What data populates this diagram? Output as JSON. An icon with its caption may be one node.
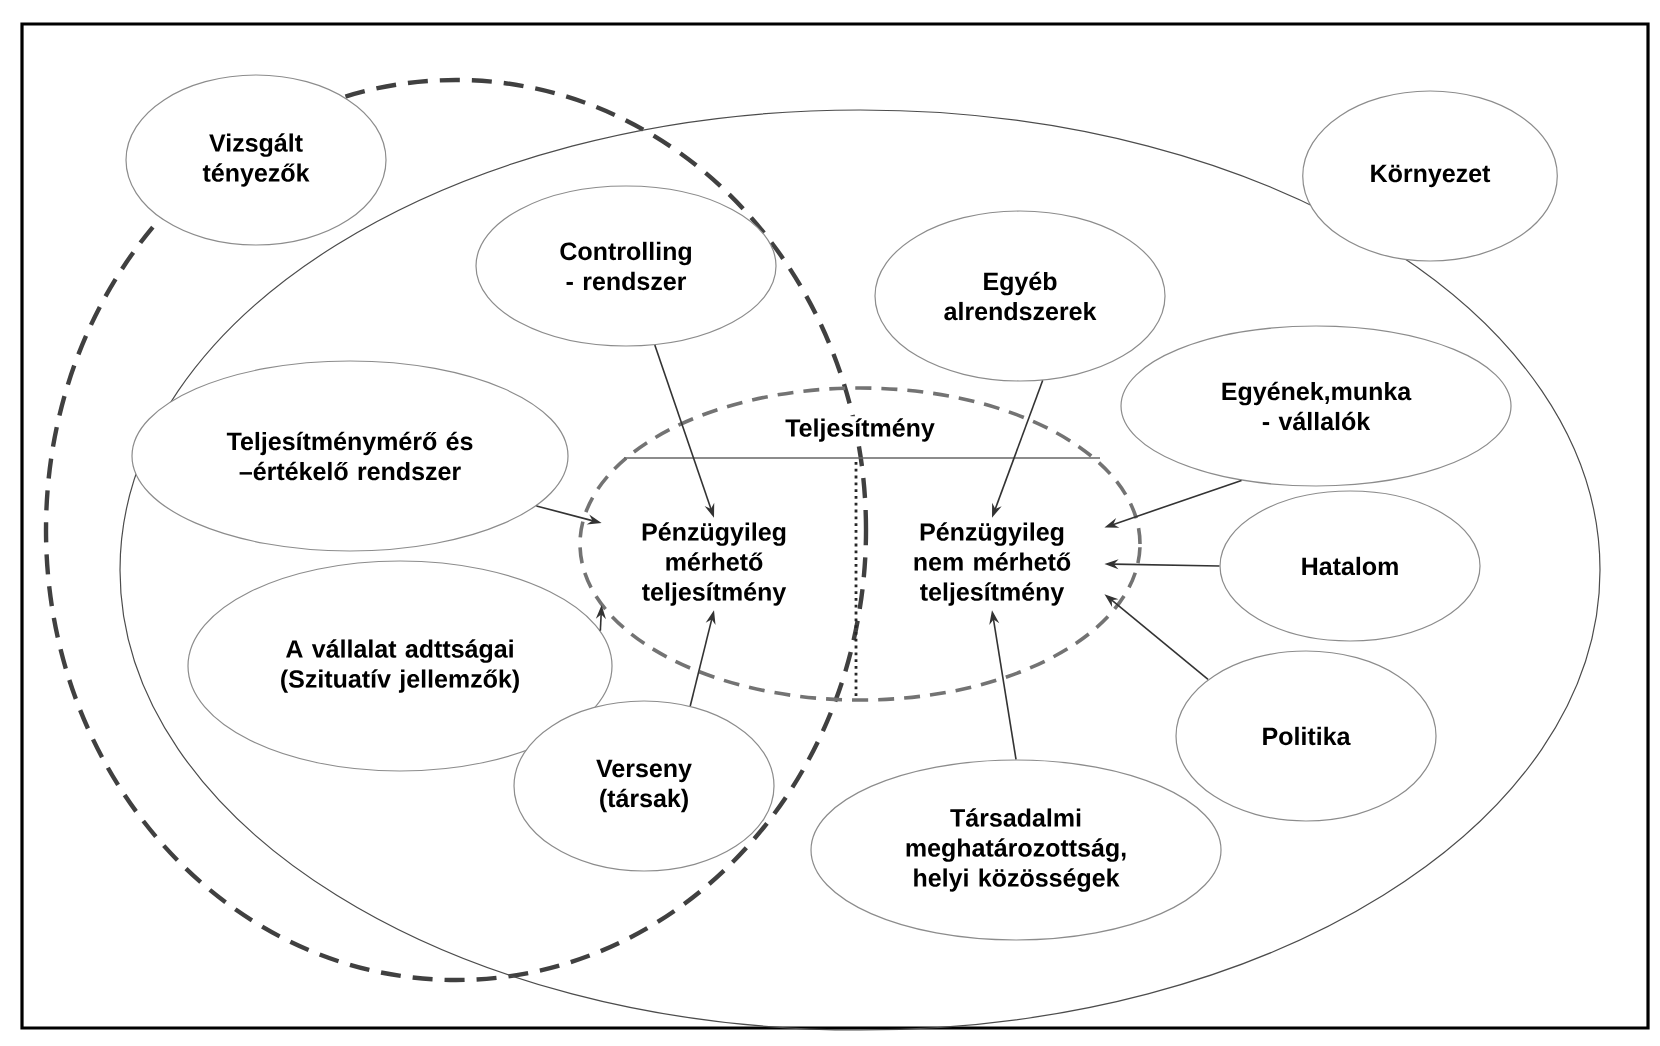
{
  "diagram": {
    "nodes": [
      {
        "text": [
          "Vizsgált tényezők"
        ]
      },
      {
        "text": [
          "Környezet"
        ]
      },
      {
        "text": [],
        "shape": "ellipse"
      },
      {
        "text": [
          "Teljesítmény"
        ],
        "in": 2
      },
      {
        "text": [
          "Pénzügyileg mérhető teljesítmény"
        ],
        "in": 3
      },
      {
        "text": [
          "Pénzügyileg nem mérhető teljesítmény"
        ],
        "in": 3
      },
      {
        "text": [
          "Controlling - rendszer"
        ],
        "in": 2
      },
      {
        "text": [
          "Teljesítménymérő és –értékelő rendszer"
        ],
        "in": 2
      },
      {
        "text": [
          "A vállalat adttságai (Szituatív jellemzők)"
        ],
        "in": 2
      },
      {
        "text": [
          "Verseny (társak)"
        ],
        "in": 2
      },
      {
        "text": [
          "Egyéb alrendszerek"
        ],
        "in": 2
      },
      {
        "text": [
          "Egyének,munka - vállalók"
        ],
        "in": 2
      },
      {
        "text": [
          "Hatalom"
        ],
        "in": 2
      },
      {
        "text": [
          "Politika"
        ],
        "in": 2
      },
      {
        "text": [
          "Társadalmi meghatározottság, helyi közösségek"
        ],
        "in": 2
      }
    ],
    "edges": [
      {
        "from": 6,
        "to": 4,
        "arrow": "to"
      },
      {
        "from": 7,
        "to": 4,
        "arrow": "to"
      },
      {
        "from": 8,
        "to": 4,
        "arrow": "to"
      },
      {
        "from": 9,
        "to": 4,
        "arrow": "to"
      },
      {
        "from": 10,
        "to": 5,
        "arrow": "to"
      },
      {
        "from": 11,
        "to": 5,
        "arrow": "to"
      },
      {
        "from": 12,
        "to": 5,
        "arrow": "to"
      },
      {
        "from": 13,
        "to": 5,
        "arrow": "to"
      },
      {
        "from": 14,
        "to": 5,
        "arrow": "to"
      }
    ]
  }
}
